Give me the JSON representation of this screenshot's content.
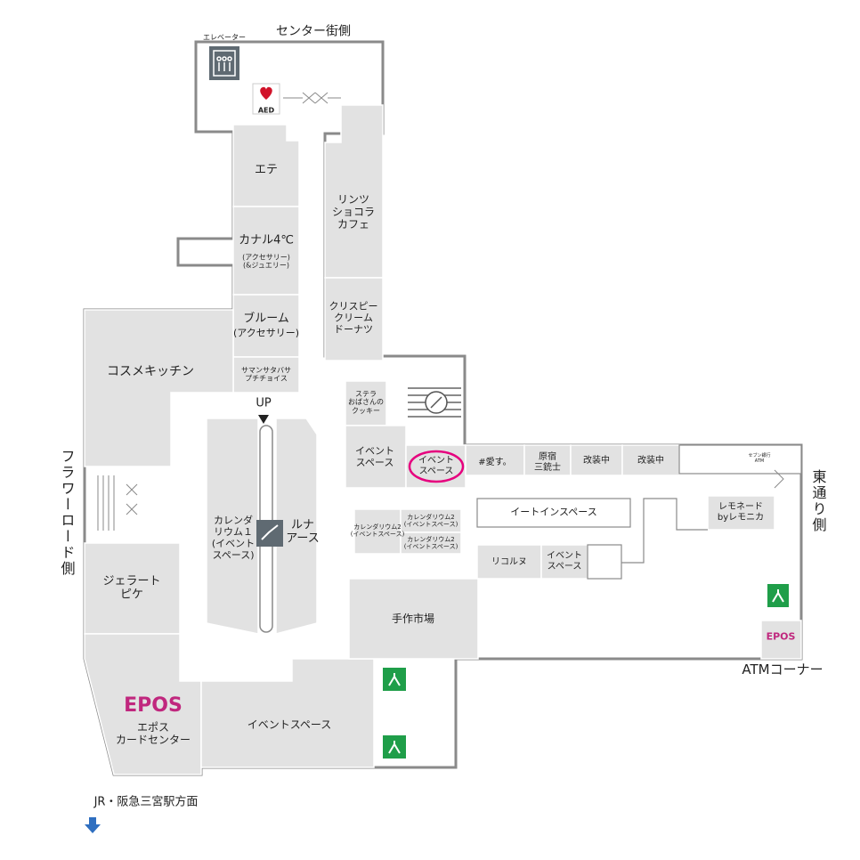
{
  "map": {
    "directions": {
      "top": "センター街側",
      "left": "フラワーロード側",
      "right": "東通り側",
      "atm": "ATMコーナー",
      "bottom": "JR・阪急三宮駅方面"
    },
    "facilities": {
      "elevator": "エレベーター",
      "aed": "AED",
      "up": "UP"
    },
    "shops": {
      "ete": "エテ",
      "lindt": "リンツ\nショコラ\nカフェ",
      "canal": "カナル4℃",
      "canal_sub": "(アクセサリー)\n(&ジュエリー)",
      "bloom": "ブルーム",
      "bloom_sub": "(アクセサリー)",
      "krispy": "クリスピー\nクリーム\nドーナツ",
      "cosme": "コスメキッチン",
      "samantha": "サマンサタバサ\nプチチョイス",
      "stella": "ステラ\nおばさんの\nクッキー",
      "event1": "イベント\nスペース",
      "event2": "イベント\nスペース",
      "ai": "#愛す。",
      "harajuku": "原宿\n三銃士",
      "kaiso1": "改装中",
      "kaiso2": "改装中",
      "seven": "セブン銀行\nATM",
      "calendar1": "カレンダ\nリウム１\n(イベント\nスペース)",
      "luna": "ルナ\nアース",
      "calendar2a": "カレンダリウム2\n(イベントスペース)",
      "calendar2b": "カレンダリウム2\n(イベントスペース)",
      "calendar2c": "カレンダリウム2\n(イベントスペース)",
      "eatin": "イートインスペース",
      "lemonade": "レモネード\nbyレモニカ",
      "recolle": "リコルヌ",
      "event3": "イベント\nスペース",
      "tezukuri": "手作市場",
      "gelato": "ジェラート\nピケ",
      "epos_brand": "EPOS",
      "epos_card": "エポス\nカードセンター",
      "event4": "イベントスペース",
      "epos_small": "EPOS"
    },
    "colors": {
      "shop_fill": "#e2e2e2",
      "wall": "#8a8a8a",
      "exit_green": "#1f9e49",
      "highlight": "#e6007e",
      "arrow_blue": "#2f6fc0"
    }
  }
}
